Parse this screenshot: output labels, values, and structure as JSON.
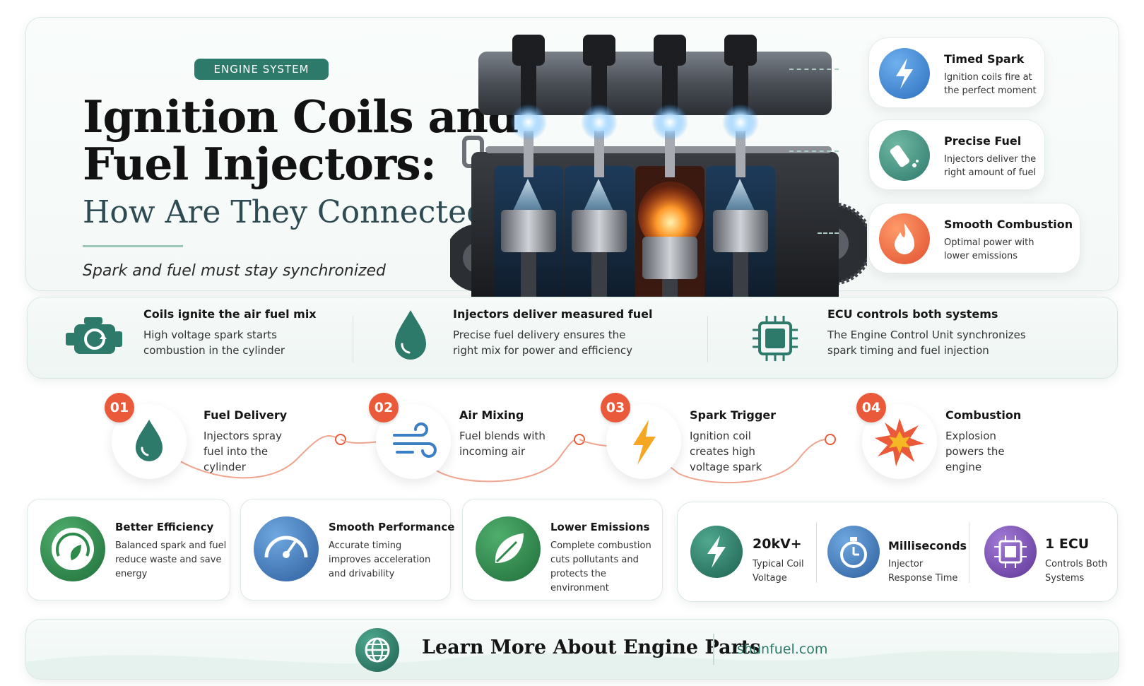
{
  "colors": {
    "teal": "#2d7a6b",
    "orange": "#ea5a3a",
    "blue": "#3d7fc4",
    "green": "#2e8a4a",
    "purple": "#7b4fb0"
  },
  "hero": {
    "badge": "ENGINE SYSTEM",
    "title_line1": "Ignition Coils and",
    "title_line2": "Fuel Injectors:",
    "subtitle": "How Are They Connected?",
    "tagline": "Spark and fuel must stay synchronized",
    "features": [
      {
        "title": "Timed Spark",
        "desc": "Ignition coils fire at the perfect moment",
        "icon": "lightning-icon"
      },
      {
        "title": "Precise Fuel",
        "desc": "Injectors deliver the right amount of fuel",
        "icon": "injector-icon"
      },
      {
        "title": "Smooth Combustion",
        "desc": "Optimal power with lower emissions",
        "icon": "flame-icon"
      }
    ]
  },
  "summary": [
    {
      "title": "Coils ignite the air fuel mix",
      "desc": "High voltage spark starts combustion in the cylinder",
      "icon": "engine-icon"
    },
    {
      "title": "Injectors deliver measured fuel",
      "desc": "Precise fuel delivery ensures the right mix for power and efficiency",
      "icon": "fuel-drop-icon"
    },
    {
      "title": "ECU controls both systems",
      "desc": "The Engine Control Unit synchronizes spark timing and fuel injection",
      "icon": "chip-icon"
    }
  ],
  "process": [
    {
      "num": "01",
      "title": "Fuel Delivery",
      "desc": "Injectors spray fuel into the cylinder",
      "icon": "fuel-drop-icon"
    },
    {
      "num": "02",
      "title": "Air Mixing",
      "desc": "Fuel blends with incoming air",
      "icon": "wind-icon"
    },
    {
      "num": "03",
      "title": "Spark Trigger",
      "desc": "Ignition coil creates high voltage spark",
      "icon": "lightning-icon"
    },
    {
      "num": "04",
      "title": "Combustion",
      "desc": "Explosion powers the engine",
      "icon": "explosion-icon"
    }
  ],
  "benefits": [
    {
      "title": "Better Efficiency",
      "desc": "Balanced spark and fuel reduce waste and save energy",
      "icon": "gauge-leaf-icon"
    },
    {
      "title": "Smooth Performance",
      "desc": "Accurate timing improves acceleration and drivability",
      "icon": "speedometer-icon"
    },
    {
      "title": "Lower Emissions",
      "desc": "Complete combustion cuts pollutants and protects the environment",
      "icon": "leaf-icon"
    }
  ],
  "stats": [
    {
      "value": "20kV+",
      "label": "Typical Coil Voltage",
      "icon": "lightning-icon"
    },
    {
      "value": "Milliseconds",
      "label": "Injector Response Time",
      "icon": "stopwatch-icon"
    },
    {
      "value": "1 ECU",
      "label": "Controls Both Systems",
      "icon": "chip-icon"
    }
  ],
  "footer": {
    "label": "Learn More About Engine Parts",
    "url": "shunfuel.com",
    "icon": "globe-icon"
  }
}
